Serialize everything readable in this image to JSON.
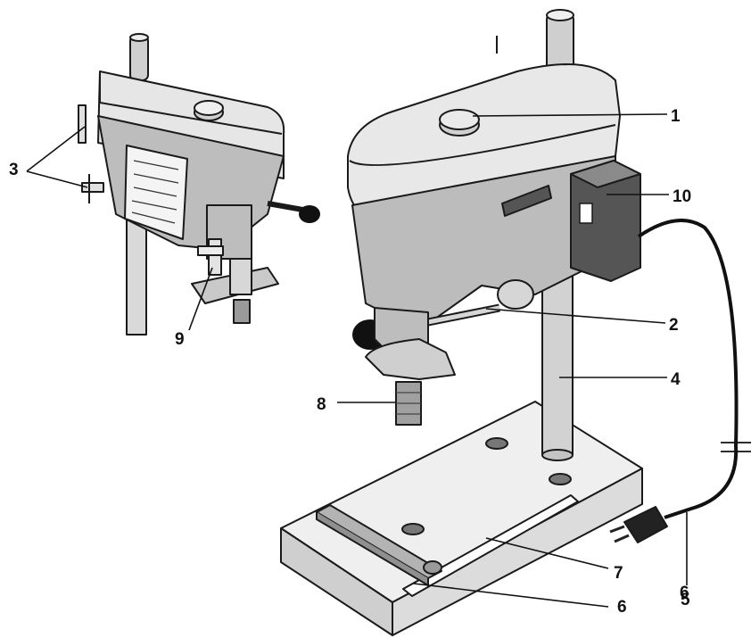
{
  "callouts": {
    "c1": "1",
    "c2": "2",
    "c3": "3",
    "c4": "4",
    "c5": "5",
    "c6a": "6",
    "c6b": "6",
    "c7": "7",
    "c8": "8",
    "c9": "9",
    "c10": "10"
  },
  "colors": {
    "outline": "#1a1a1a",
    "light_gray": "#e6e6e6",
    "mid_gray": "#bfbfbf",
    "dark_gray": "#6e6e6e",
    "black": "#111111"
  }
}
